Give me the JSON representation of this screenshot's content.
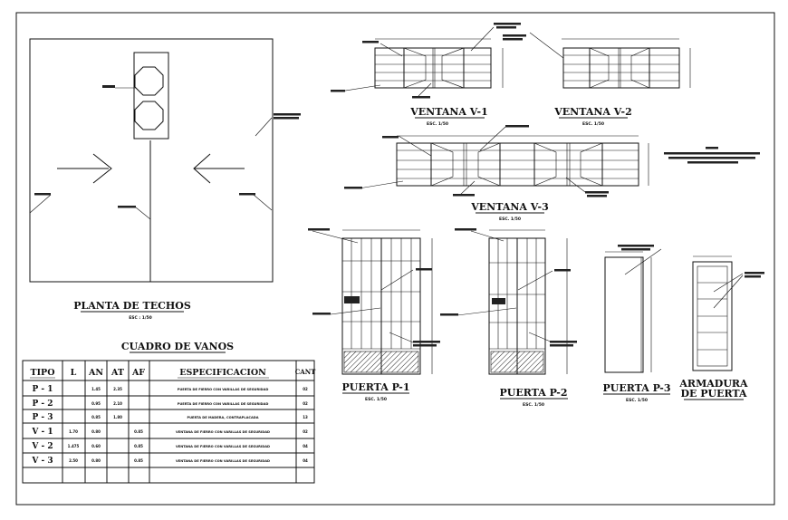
{
  "roof_plan": {
    "title": "PLANTA DE TECHOS",
    "scale": "ESC : 1/50"
  },
  "windows": [
    {
      "id": "v1",
      "title": "VENTANA V-1",
      "scale": "ESC. 1/50"
    },
    {
      "id": "v2",
      "title": "VENTANA V-2",
      "scale": "ESC. 1/50"
    },
    {
      "id": "v3",
      "title": "VENTANA V-3",
      "scale": "ESC. 1/50"
    }
  ],
  "doors": [
    {
      "id": "p1",
      "title": "PUERTA P-1",
      "scale": "ESC. 1/50"
    },
    {
      "id": "p2",
      "title": "PUERTA P-2",
      "scale": "ESC. 1/50"
    },
    {
      "id": "p3",
      "title": "PUERTA P-3",
      "scale": "ESC. 1/50"
    }
  ],
  "armadura": {
    "line1": "ARMADURA",
    "line2": "DE PUERTA"
  },
  "schedule": {
    "title": "CUADRO DE VANOS",
    "headers": [
      "TIPO",
      "L",
      "AN",
      "AT",
      "AF",
      "ESPECIFICACION",
      "CANT"
    ],
    "rows": [
      {
        "tipo": "P - 1",
        "l": "",
        "an": "1.45",
        "at": "2.35",
        "af": "",
        "spec": "PUERTA DE FIERRO CON VARILLAS DE SEGURIDAD",
        "cant": "02"
      },
      {
        "tipo": "P - 2",
        "l": "",
        "an": "0.95",
        "at": "2.10",
        "af": "",
        "spec": "PUERTA DE FIERRO CON VARILLAS DE SEGURIDAD",
        "cant": "02"
      },
      {
        "tipo": "P - 3",
        "l": "",
        "an": "0.85",
        "at": "1.80",
        "af": "",
        "spec": "PUERTA DE MADERA, CONTRAPLACADA",
        "cant": "13"
      },
      {
        "tipo": "V - 1",
        "l": "1.70",
        "an": "0.80",
        "at": "",
        "af": "0.85",
        "spec": "VENTANA DE FIERRO CON VARILLAS DE SEGURIDAD",
        "cant": "02"
      },
      {
        "tipo": "V - 2",
        "l": "1.475",
        "an": "0.60",
        "at": "",
        "af": "0.85",
        "spec": "VENTANA DE FIERRO CON VARILLAS DE SEGURIDAD",
        "cant": "04"
      },
      {
        "tipo": "V - 3",
        "l": "2.50",
        "an": "0.80",
        "at": "",
        "af": "0.85",
        "spec": "VENTANA DE FIERRO CON VARILLAS DE SEGURIDAD",
        "cant": "04"
      }
    ]
  }
}
